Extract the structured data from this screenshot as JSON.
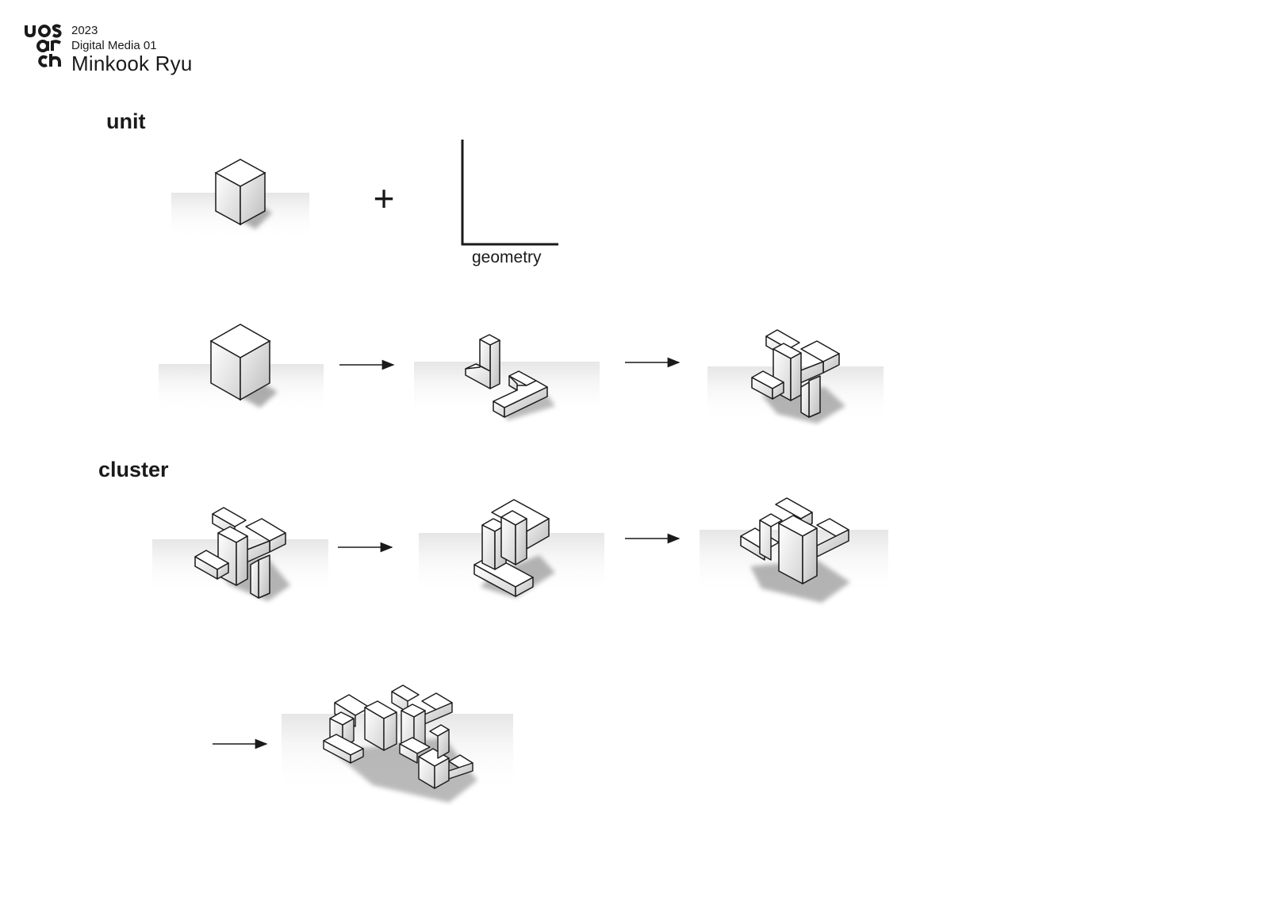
{
  "header": {
    "logo_text": "uos arch",
    "year": "2023",
    "course": "Digital Media 01",
    "author": "Minkook Ryu"
  },
  "sections": {
    "unit_label": "unit",
    "cluster_label": "cluster"
  },
  "diagram": {
    "plus_symbol": "+",
    "geometry_label": "geometry"
  }
}
